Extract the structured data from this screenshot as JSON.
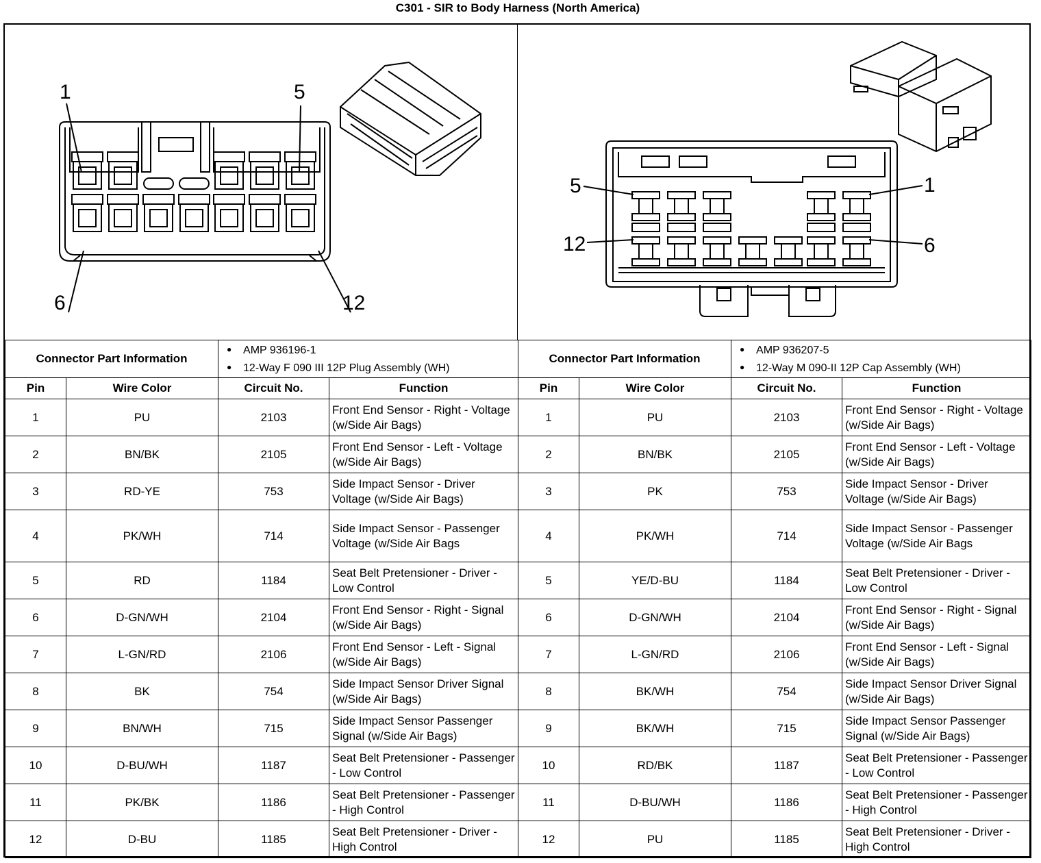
{
  "title": "C301 - SIR to Body Harness (North America)",
  "left": {
    "labels": {
      "pin1": "1",
      "pin5": "5",
      "pin6": "6",
      "pin12": "12"
    },
    "connector_info_label": "Connector Part Information",
    "part_info": [
      "AMP 936196-1",
      "12-Way F 090 III 12P Plug Assembly (WH)"
    ],
    "columns": [
      "Pin",
      "Wire Color",
      "Circuit No.",
      "Function"
    ],
    "rows": [
      {
        "pin": "1",
        "wire": "PU",
        "circuit": "2103",
        "function": "Front End Sensor - Right - Voltage (w/Side Air Bags)"
      },
      {
        "pin": "2",
        "wire": "BN/BK",
        "circuit": "2105",
        "function": "Front End Sensor - Left - Voltage (w/Side Air Bags)"
      },
      {
        "pin": "3",
        "wire": "RD-YE",
        "circuit": "753",
        "function": "Side Impact Sensor - Driver Voltage (w/Side Air Bags)"
      },
      {
        "pin": "4",
        "wire": "PK/WH",
        "circuit": "714",
        "function": "Side Impact Sensor - Passenger Voltage (w/Side Air Bags"
      },
      {
        "pin": "5",
        "wire": "RD",
        "circuit": "1184",
        "function": "Seat Belt Pretensioner - Driver - Low Control"
      },
      {
        "pin": "6",
        "wire": "D-GN/WH",
        "circuit": "2104",
        "function": "Front End Sensor - Right - Signal (w/Side Air Bags)"
      },
      {
        "pin": "7",
        "wire": "L-GN/RD",
        "circuit": "2106",
        "function": "Front End Sensor - Left - Signal (w/Side Air Bags)"
      },
      {
        "pin": "8",
        "wire": "BK",
        "circuit": "754",
        "function": "Side Impact Sensor Driver Signal (w/Side Air Bags)"
      },
      {
        "pin": "9",
        "wire": "BN/WH",
        "circuit": "715",
        "function": "Side Impact Sensor Passenger Signal (w/Side Air Bags)"
      },
      {
        "pin": "10",
        "wire": "D-BU/WH",
        "circuit": "1187",
        "function": "Seat Belt Pretensioner - Passenger - Low Control"
      },
      {
        "pin": "11",
        "wire": "PK/BK",
        "circuit": "1186",
        "function": "Seat Belt Pretensioner - Passenger - High Control"
      },
      {
        "pin": "12",
        "wire": "D-BU",
        "circuit": "1185",
        "function": "Seat Belt Pretensioner - Driver - High Control"
      }
    ]
  },
  "right": {
    "labels": {
      "pin1": "1",
      "pin5": "5",
      "pin6": "6",
      "pin12": "12"
    },
    "connector_info_label": "Connector Part Information",
    "part_info": [
      "AMP 936207-5",
      "12-Way M 090-II 12P Cap Assembly (WH)"
    ],
    "columns": [
      "Pin",
      "Wire Color",
      "Circuit No.",
      "Function"
    ],
    "rows": [
      {
        "pin": "1",
        "wire": "PU",
        "circuit": "2103",
        "function": "Front End Sensor - Right - Voltage (w/Side Air Bags)"
      },
      {
        "pin": "2",
        "wire": "BN/BK",
        "circuit": "2105",
        "function": "Front End Sensor - Left - Voltage (w/Side Air Bags)"
      },
      {
        "pin": "3",
        "wire": "PK",
        "circuit": "753",
        "function": "Side Impact Sensor - Driver Voltage (w/Side Air Bags)"
      },
      {
        "pin": "4",
        "wire": "PK/WH",
        "circuit": "714",
        "function": "Side Impact Sensor - Passenger Voltage (w/Side Air Bags"
      },
      {
        "pin": "5",
        "wire": "YE/D-BU",
        "circuit": "1184",
        "function": "Seat Belt Pretensioner - Driver - Low Control"
      },
      {
        "pin": "6",
        "wire": "D-GN/WH",
        "circuit": "2104",
        "function": "Front End Sensor - Right - Signal (w/Side Air Bags)"
      },
      {
        "pin": "7",
        "wire": "L-GN/RD",
        "circuit": "2106",
        "function": "Front End Sensor - Left - Signal (w/Side Air Bags)"
      },
      {
        "pin": "8",
        "wire": "BK/WH",
        "circuit": "754",
        "function": "Side Impact Sensor Driver Signal (w/Side Air Bags)"
      },
      {
        "pin": "9",
        "wire": "BK/WH",
        "circuit": "715",
        "function": "Side Impact Sensor Passenger Signal (w/Side Air Bags)"
      },
      {
        "pin": "10",
        "wire": "RD/BK",
        "circuit": "1187",
        "function": "Seat Belt Pretensioner - Passenger - Low Control"
      },
      {
        "pin": "11",
        "wire": "D-BU/WH",
        "circuit": "1186",
        "function": "Seat Belt Pretensioner - Passenger - High Control"
      },
      {
        "pin": "12",
        "wire": "PU",
        "circuit": "1185",
        "function": "Seat Belt Pretensioner - Driver - High Control"
      }
    ]
  }
}
